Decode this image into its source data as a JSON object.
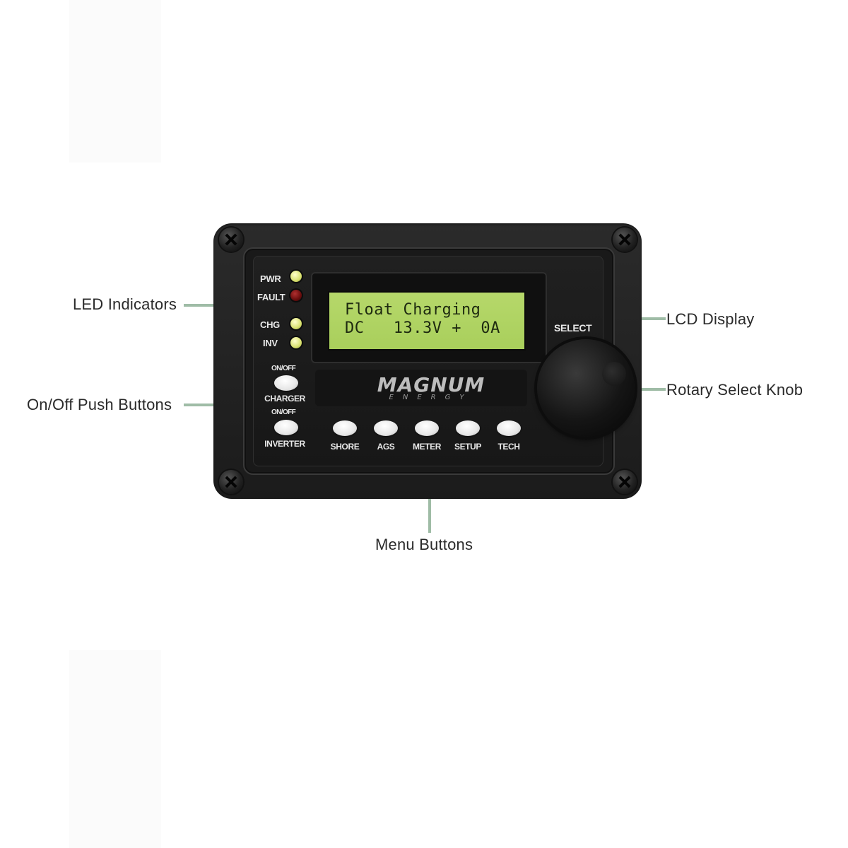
{
  "callouts": {
    "led_indicators": "LED Indicators",
    "lcd_display": "LCD Display",
    "rotary_select_knob": "Rotary Select Knob",
    "on_off_push_buttons": "On/Off Push Buttons",
    "menu_buttons": "Menu Buttons"
  },
  "leds": {
    "pwr": "PWR",
    "fault": "FAULT",
    "chg": "CHG",
    "inv": "INV",
    "colors": {
      "on": "#e8f08a",
      "fault": "#7a1010"
    }
  },
  "lcd": {
    "line1": "Float Charging",
    "line2": "DC   13.3V +  0A"
  },
  "brand": {
    "name": "MAGNUM",
    "sub": "ENERGY"
  },
  "charger_button": {
    "onoff": "ON/OFF",
    "label": "CHARGER"
  },
  "inverter_button": {
    "onoff": "ON/OFF",
    "label": "INVERTER"
  },
  "menu": {
    "shore": "SHORE",
    "ags": "AGS",
    "meter": "METER",
    "setup": "SETUP",
    "tech": "TECH"
  },
  "select_label": "SELECT",
  "colors": {
    "callout_line": "#9fbca6"
  }
}
